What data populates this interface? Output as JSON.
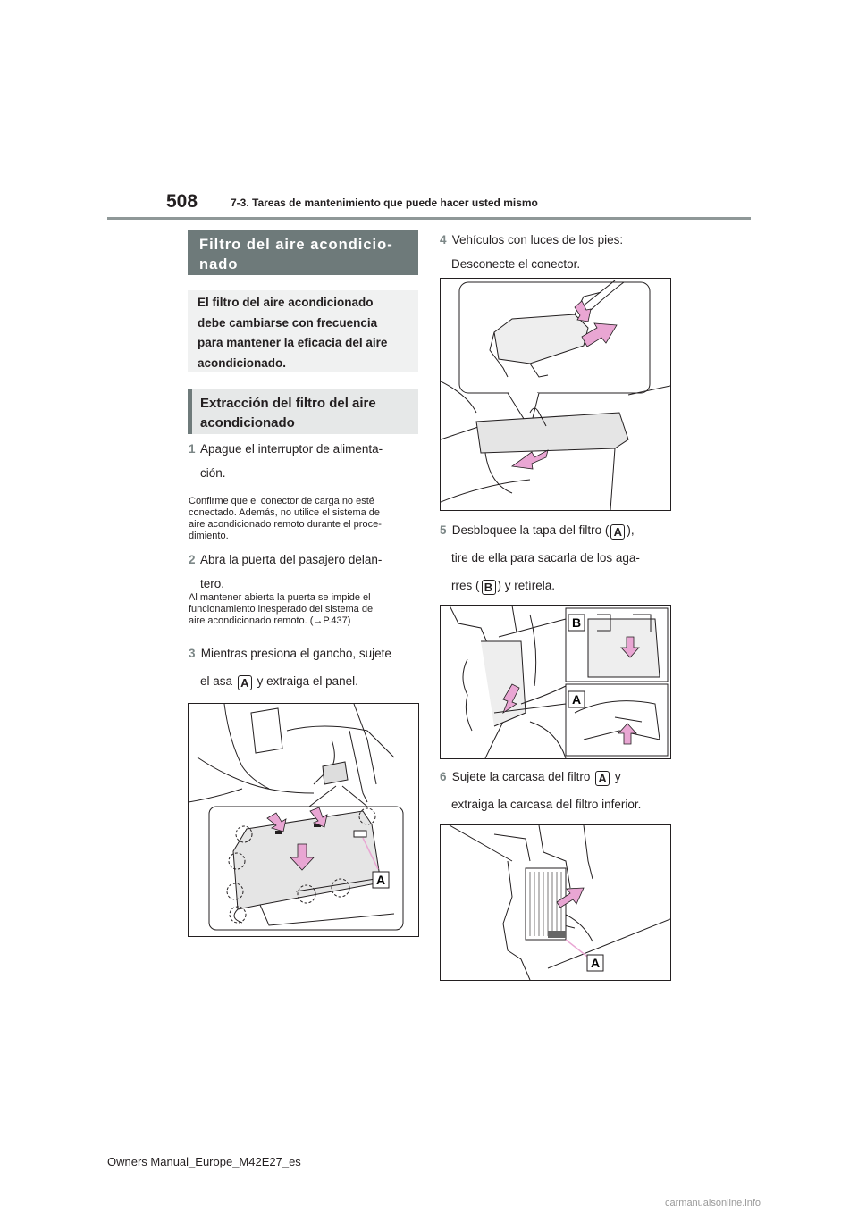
{
  "header": {
    "page_number": "508",
    "section": "7-3. Tareas de mantenimiento que puede hacer usted mismo"
  },
  "title": {
    "line1": "Filtro del aire acondicio-",
    "line2": "nado"
  },
  "intro": {
    "l1": "El filtro del aire acondicionado",
    "l2": "debe cambiarse con frecuencia",
    "l3": "para mantener la eficacia del aire",
    "l4": "acondicionado."
  },
  "subtitle": {
    "line1": "Extracción del filtro del aire",
    "line2": "acondicionado"
  },
  "steps": {
    "s1": {
      "num": "1",
      "l1": "Apague el interruptor de alimenta-",
      "l2": "ción.",
      "note1": "Confirme que el conector de carga no esté",
      "note2": "conectado. Además, no utilice el sistema de",
      "note3": "aire acondicionado remoto durante el proce-",
      "note4": "dimiento."
    },
    "s2": {
      "num": "2",
      "l1": "Abra la puerta del pasajero delan-",
      "l2": "tero.",
      "note1": "Al mantener abierta la puerta se impide el",
      "note2": "funcionamiento inesperado del sistema de",
      "note3": "aire acondicionado remoto. (",
      "ref": "→P.437",
      "note3_end": ")"
    },
    "s3": {
      "num": "3",
      "l1": "Mientras presiona el gancho, sujete",
      "l2a": "el asa",
      "tag": "A",
      "l2b": "y extraiga el panel."
    },
    "s4": {
      "num": "4",
      "l1": "Vehículos con luces de los pies:",
      "l2": "Desconecte el conector."
    },
    "s5": {
      "num": "5",
      "l1a": "Desbloquee la tapa del filtro (",
      "tagA": "A",
      "l1b": "),",
      "l2": "tire de ella para sacarla de los aga-",
      "l3a": "rres (",
      "tagB": "B",
      "l3b": ") y retírela."
    },
    "s6": {
      "num": "6",
      "l1a": "Sujete la carcasa del filtro",
      "tag": "A",
      "l1b": "y",
      "l2": "extraiga la carcasa del filtro inferior."
    }
  },
  "figure_labels": {
    "a": "A",
    "b": "B"
  },
  "colors": {
    "arrow": "#e9a6d3",
    "header_bg": "#6e7a7a",
    "step_num": "#7c8787"
  },
  "footer": {
    "manual": "Owners Manual_Europe_M42E27_es"
  },
  "watermark": "carmanualsonline.info"
}
